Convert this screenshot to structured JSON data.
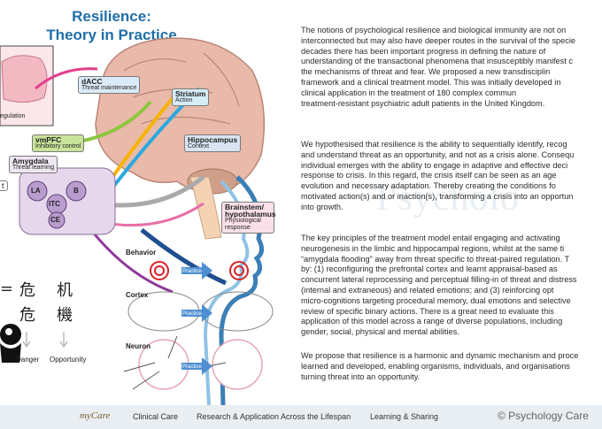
{
  "left": {
    "title_line1": "Resilience:",
    "title_line2": "Theory in Practice",
    "regions": {
      "dacc": {
        "name": "dACC",
        "sub": "Threat maintenance"
      },
      "striatum": {
        "name": "Striatum",
        "sub": "Action"
      },
      "vmpfc": {
        "name": "vmPFC",
        "sub": "Inhibitory control"
      },
      "hippocampus": {
        "name": "Hippocampus",
        "sub": "Context"
      },
      "amygdala": {
        "name": "Amygdala",
        "sub": "Threat learning"
      },
      "brainstem": {
        "name": "Brainstem/ hypothalamus",
        "sub": "Physiological response"
      },
      "regulation": "egulation",
      "t_frag": "t"
    },
    "amygdala_nuclei": {
      "la": "LA",
      "b": "B",
      "itc": "ITC",
      "ce": "CE"
    },
    "panels": {
      "behavior": "Behavior",
      "cortex": "Cortex",
      "neuron": "Neuron",
      "practice": "Practice"
    },
    "crisis": {
      "equals": "=",
      "k1": "危",
      "k2": "机",
      "k3": "危",
      "k4": "機",
      "danger": "Danger",
      "opportunity": "Opportunity"
    }
  },
  "paragraphs": [
    "The notions of psychological resilience and biological immunity are not on\ninterconnected but may also have deeper routes in the survival of the specie\ndecades there has been important progress in defining the nature of\nunderstanding of the transactional phenomena that insusceptibly manifest c\nthe mechanisms of threat and fear. We proposed a new transdisciplin\nframework and a clinical treatment model. This was initially developed in\nclinical application in the treatment of 180 complex commun\ntreatment-resistant psychiatric adult patients in the United Kingdom.",
    "We hypothesised that resilience is the ability to sequentially identify, recog\nand understand threat as an opportunity, and not as a crisis alone. Consequ\nindividual emerges with the ability to engage in adaptive and effective deci\nresponse to crisis. In this regard, the crisis itself can be seen as an age\nevolution and necessary adaptation. Thereby creating the conditions fo\nmotivated action(s) and or inaction(s), transforming a crisis into an opportun\ninto growth.",
    "The key principles of the treatment model entail engaging and activating\nneurogenesis in the limbic and hippocampal regions, whilst at the same ti\n“amygdala flooding” away from threat specific to threat-paired regulation. T\nby: (1) reconfiguring the prefrontal cortex and learnt appraisal-based as\nconcurrent lateral reprocessing and perceptual filling-in of threat and distress\n(internal and extraneous) and related emotions; and (3) reinforcing opt\nmicro-cognitions targeting procedural memory, dual emotions and selective\nreview of specific binary actions. There is a great need to evaluate this\napplication of this model across a range of diverse populations, including\ngender, social, physical and mental abilities.",
    "We propose that resilience is a harmonic and dynamic mechanism and proce\nlearned and developed, enabling organisms, individuals, and organisations\nturning threat into an opportunity."
  ],
  "watermark": "Psycholo",
  "footer": {
    "logo": "myCare",
    "nav1": "Clinical Care",
    "nav2": "Research & Application Across the Lifespan",
    "nav3": "Learning & Sharing",
    "copyright": "© Psychology Care"
  }
}
